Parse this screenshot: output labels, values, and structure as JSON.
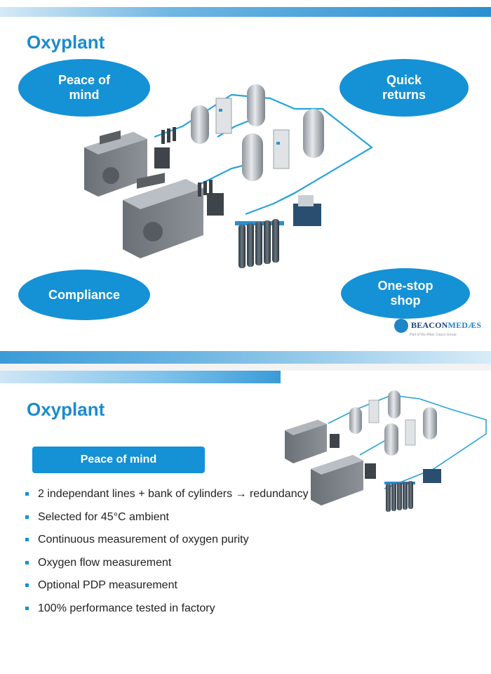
{
  "slide1": {
    "title": "Oxyplant",
    "ovals": {
      "peace": "Peace of\nmind",
      "quick": "Quick\nreturns",
      "compliance": "Compliance",
      "onestop": "One-stop\nshop"
    },
    "logo": {
      "part1": "BEACON",
      "part2": "MEDÆS",
      "tagline": "Part of the Atlas Copco Group"
    }
  },
  "slide2": {
    "title": "Oxyplant",
    "pill": "Peace of mind",
    "bullets": [
      "2 independant lines + bank of cylinders → redundancy",
      "Selected for 45°C ambient",
      "Continuous measurement of oxygen purity",
      "Oxygen flow measurement",
      "Optional PDP measurement",
      "100% performance tested in factory"
    ]
  },
  "colors": {
    "accent": "#1591d5",
    "title": "#1b8bcf"
  }
}
